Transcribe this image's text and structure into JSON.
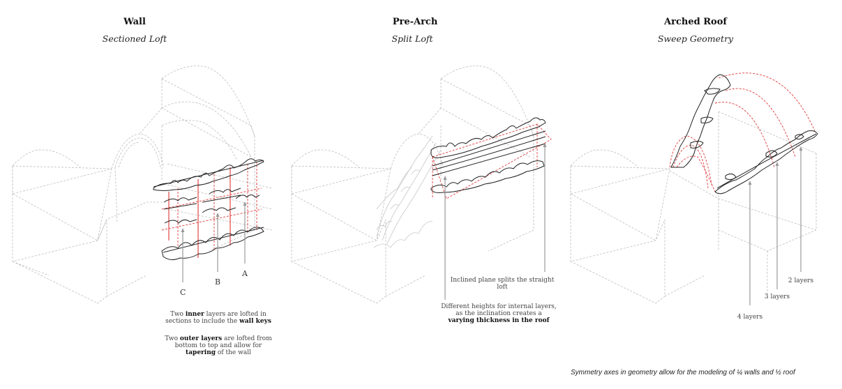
{
  "panels": [
    {
      "title": "Wall",
      "subtitle": "Sectioned Loft",
      "markers": [
        "A",
        "B",
        "C"
      ],
      "notes": {
        "inner": {
          "pre": "Two ",
          "b1": "inner",
          "mid": " layers are lofted in sections to include the ",
          "b2": "wall keys"
        },
        "outer": {
          "pre": "Two ",
          "b1": "outer layers",
          "mid": " are lofted from bottom to top and allow for ",
          "b2": "tapering",
          "post": " of the wall"
        }
      }
    },
    {
      "title": "Pre-Arch",
      "subtitle": "Split Loft",
      "notes": {
        "plane": "Inclined plane splits the straight loft",
        "heights": {
          "line1": "Different heights for internal layers,",
          "line2": "as the inclination creates a",
          "bold": "varying thickness in the roof"
        }
      }
    },
    {
      "title": "Arched Roof",
      "subtitle": "Sweep Geometry",
      "layers": [
        "2 layers",
        "3 layers",
        "4 layers"
      ]
    }
  ],
  "footer": "Symmetry axes  in geometry allow for the modeling of ¼ walls and ½ roof",
  "colors": {
    "construction": "#bdbdbd",
    "accent_red": "#e03a3a",
    "geometry": "#222222",
    "arrow": "#999999"
  }
}
